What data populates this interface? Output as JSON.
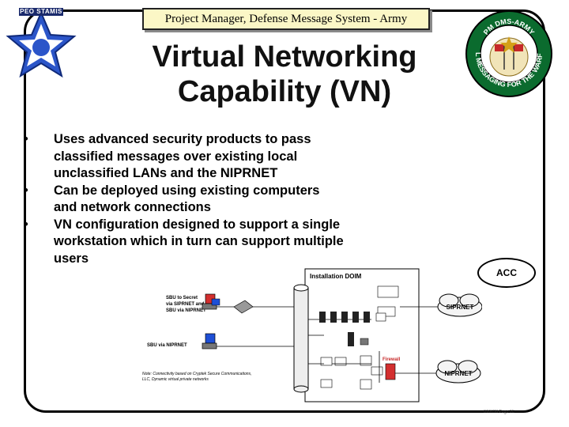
{
  "header": {
    "banner_text": "Project Manager, Defense Message System - Army",
    "peo_logo_text": "PEO STAMIS",
    "seal_text": "GLOBAL MESSAGING FOR THE WARFIGHTER",
    "seal_top_text": "PM DMS-ARMY"
  },
  "slide": {
    "title_line1": "Virtual Networking",
    "title_line2": "Capability (VN)",
    "bullets": [
      {
        "marker": "•",
        "line1": "Uses advanced security products to pass",
        "line2": "classified messages over existing local",
        "line3": "unclassified LANs and the NIPRNET"
      },
      {
        "marker": "•",
        "line1": "Can be deployed using existing computers",
        "line2": "and network connections",
        "line3": ""
      },
      {
        "marker": "•",
        "line1": "VN configuration designed to support a single",
        "line2": "workstation which in turn can support multiple",
        "line3": "users"
      }
    ],
    "acc_label": "ACC"
  },
  "diagram": {
    "box_title": "Installation DOIM",
    "sbu_secret_label_1": "SBU to Secret",
    "sbu_secret_label_2": "via SIPRNET and",
    "sbu_secret_label_3": "SBU via NIPRNET",
    "sbu_nipr_label": "SBU via NIPRNET",
    "siprnet_label": "SIPRNET",
    "niprnet_label": "NIPRNET",
    "firewall_label": "Firewall",
    "note_line1": "Note: Connectivity based on Cryptek Secure Communications,",
    "note_line2": "LLC, Dynamic virtual private networks"
  },
  "footer": {
    "text": "010698 Page 16"
  }
}
